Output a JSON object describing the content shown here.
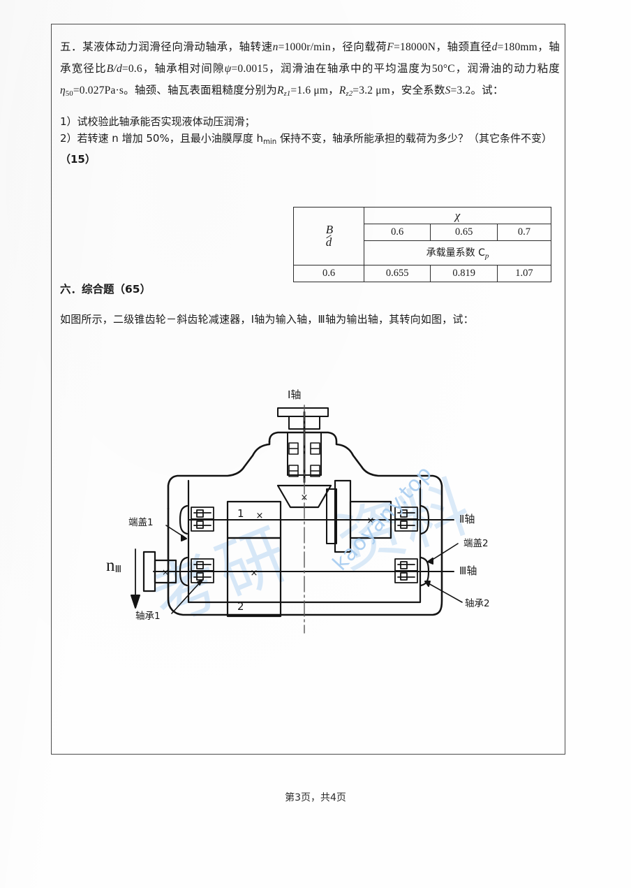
{
  "document": {
    "kind": "scanned-exam-page",
    "footer": "第3页，共4页"
  },
  "question5": {
    "body_line1": "五．某液体动力润滑径向滑动轴承，轴转速",
    "n_sym": "n",
    "n_val": "=1000r/min",
    "load_label": "，径向载荷",
    "F_sym": "F",
    "F_val": "=18000N",
    "d_lead": "，轴颈直径",
    "d_sym": "d",
    "d_val": "=180mm",
    "bd_lead": "，轴承宽径比",
    "bd_sym": "B/d",
    "bd_val": "=0.6",
    "psi_lead": "，轴承相对间隙",
    "psi_sym": "ψ",
    "psi_val": "=0.0015",
    "temp_lead": "，润滑油在轴承中的平均温度为",
    "temp_val": "50°C",
    "eta_lead": "，润滑油的动力粘度",
    "eta_sym": "η",
    "eta_sub": "50",
    "eta_val": "=0.027Pa·s",
    "rough_lead": "。轴颈、轴瓦表面粗糙度分别为",
    "rz1_sym": "R",
    "rz1_sub": "z1",
    "rz1_val": "=1.6 μm",
    "rz2_sym": "R",
    "rz2_sub": "z2",
    "rz2_val": "=3.2 μm",
    "safety_lead": "，安全系数",
    "S_sym": "S",
    "S_val": "=3.2。试：",
    "sub1": "1）试校验此轴承能否实现液体动压润滑；",
    "sub2_a": "2）若转速 n 增加 50%，且最小油膜厚度 h",
    "sub2_sub": "min",
    "sub2_b": " 保持不变，轴承所能承担的载荷为多少？（其它条件不变）",
    "score": "（15）"
  },
  "cp_table": {
    "corner_num": "B",
    "corner_den": "d",
    "chi_header": "χ",
    "chi_values": [
      "0.6",
      "0.65",
      "0.7"
    ],
    "cp_header": "承载量系数 C",
    "cp_header_sub": "p",
    "row_label": "0.6",
    "row_values": [
      "0.655",
      "0.819",
      "1.07"
    ]
  },
  "question6": {
    "title": "六．综合题（65）",
    "text": "如图所示，二级锥齿轮－斜齿轮减速器，Ⅰ轴为输入轴，Ⅲ轴为输出轴，其转向如图，试："
  },
  "diagram": {
    "name": "two-stage-bevel-helical-reducer",
    "labels": {
      "shaft1": "Ⅰ轴",
      "shaft2": "Ⅱ轴",
      "shaft3": "Ⅲ轴",
      "endcap1": "端盖1",
      "endcap2": "端盖2",
      "bearing1": "轴承1",
      "bearing2": "轴承2",
      "n3_sym": "n",
      "n3_sub": "Ⅲ",
      "gear1": "1",
      "gear2": "2"
    },
    "gear_mark": "×"
  },
  "watermark": {
    "url": "kaoyany.top",
    "cjk1": "考研",
    "cjk2": "资料"
  },
  "colors": {
    "ink": "#1a1a1a",
    "rule": "#2b2b2b",
    "watermark": "#a8cdf0",
    "paper": "#fefefe"
  }
}
